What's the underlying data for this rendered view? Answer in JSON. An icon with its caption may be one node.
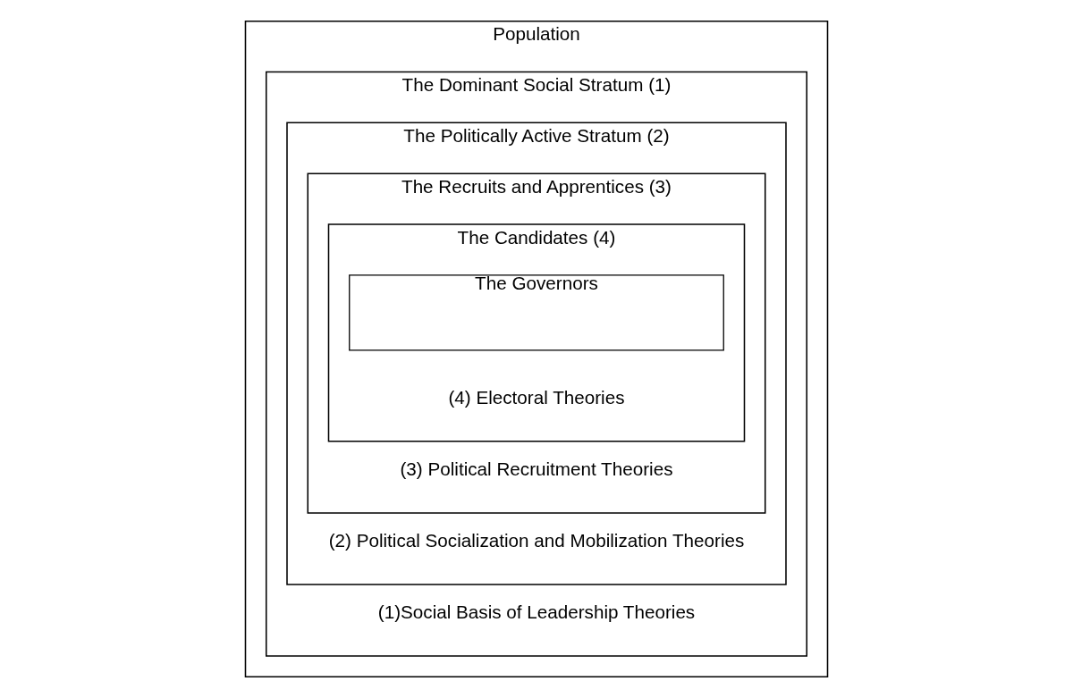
{
  "diagram": {
    "nodes": [
      {
        "text": [
          "Population"
        ]
      },
      {
        "text": [
          "The Dominant Social Stratum (1)",
          "(1)Social Basis of Leadership Theories"
        ],
        "in": 0
      },
      {
        "text": [
          "The Politically Active Stratum (2)",
          "(2) Political Socialization and Mobilization Theories"
        ],
        "in": 1
      },
      {
        "text": [
          "The Recruits and Apprentices (3)",
          "(3) Political Recruitment Theories"
        ],
        "in": 2
      },
      {
        "text": [
          "The Candidates (4)",
          "(4) Electoral Theories"
        ],
        "in": 3
      },
      {
        "text": [
          "The Governors"
        ],
        "in": 4
      }
    ],
    "edges": []
  }
}
